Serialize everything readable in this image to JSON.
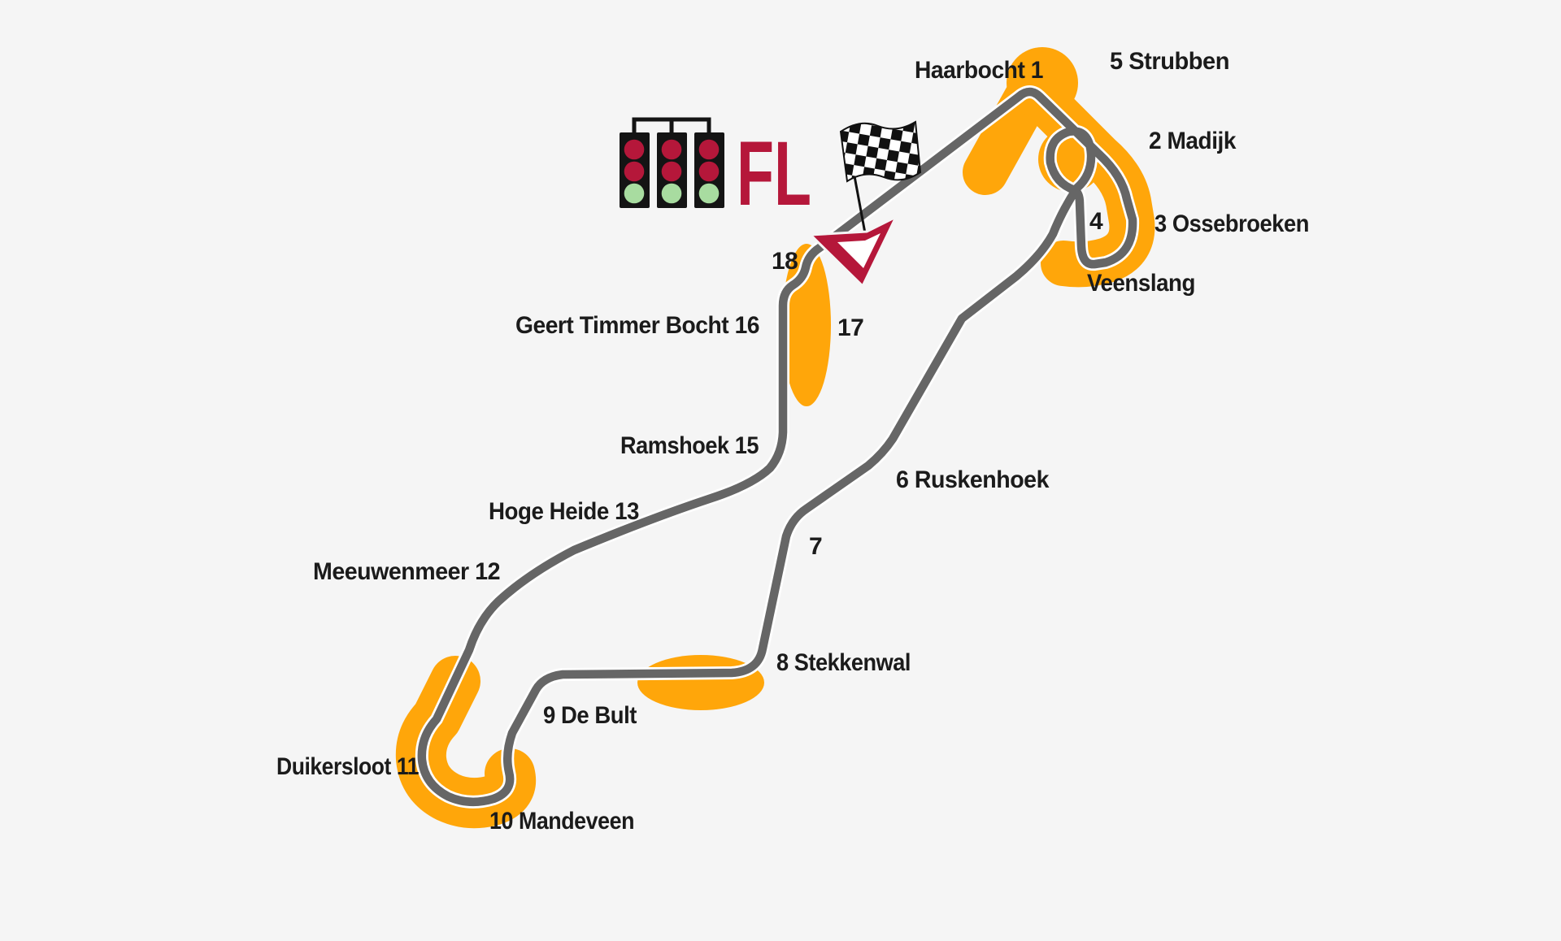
{
  "colors": {
    "background": "#f5f5f5",
    "road": "#666666",
    "road_edge": "#ffffff",
    "runoff": "#FFA60A",
    "accent": "#B5173A",
    "label": "#1b1b1b",
    "light_housing": "#141414",
    "lamp_red": "#B5173A",
    "lamp_green": "#A8DCA0"
  },
  "start_finish": {
    "flag_label": "FL"
  },
  "corners": [
    {
      "label": "Haarbocht 1"
    },
    {
      "label": "5 Strubben"
    },
    {
      "label": "2 Madijk"
    },
    {
      "label": "3 Ossebroeken"
    },
    {
      "label": "4"
    },
    {
      "label": "Veenslang"
    },
    {
      "label": "18"
    },
    {
      "label": "17"
    },
    {
      "label": "Geert Timmer Bocht 16"
    },
    {
      "label": "Ramshoek 15"
    },
    {
      "label": "Hoge Heide 13"
    },
    {
      "label": "Meeuwenmeer 12"
    },
    {
      "label": "6 Ruskenhoek"
    },
    {
      "label": "7"
    },
    {
      "label": "8 Stekkenwal"
    },
    {
      "label": "9 De Bult"
    },
    {
      "label": "Duikersloot 11"
    },
    {
      "label": "10 Mandeveen"
    }
  ]
}
